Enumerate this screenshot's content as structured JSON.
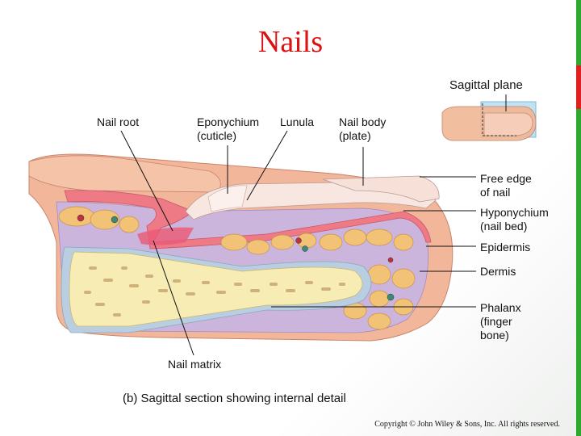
{
  "slide": {
    "title": "Nails",
    "caption": "(b) Sagittal section showing internal detail",
    "copyright": "Copyright © John Wiley & Sons, Inc. All rights reserved."
  },
  "labels": {
    "sagittal_plane": "Sagittal plane",
    "nail_root": "Nail root",
    "eponychium_1": "Eponychium",
    "eponychium_2": "(cuticle)",
    "lunula": "Lunula",
    "nail_body_1": "Nail body",
    "nail_body_2": "(plate)",
    "free_edge_1": "Free edge",
    "free_edge_2": "of nail",
    "hyponychium_1": "Hyponychium",
    "hyponychium_2": "(nail bed)",
    "epidermis": "Epidermis",
    "dermis": "Dermis",
    "phalanx_1": "Phalanx",
    "phalanx_2": "(finger",
    "phalanx_3": "bone)",
    "nail_matrix": "Nail matrix"
  },
  "colors": {
    "title": "#dd1111",
    "skin": "#f2b79a",
    "epidermis": "#ee7a86",
    "dermis": "#c9b3dd",
    "bone": "#f6ecb4",
    "fat": "#f2c277",
    "nail": "#f8e6e0"
  }
}
